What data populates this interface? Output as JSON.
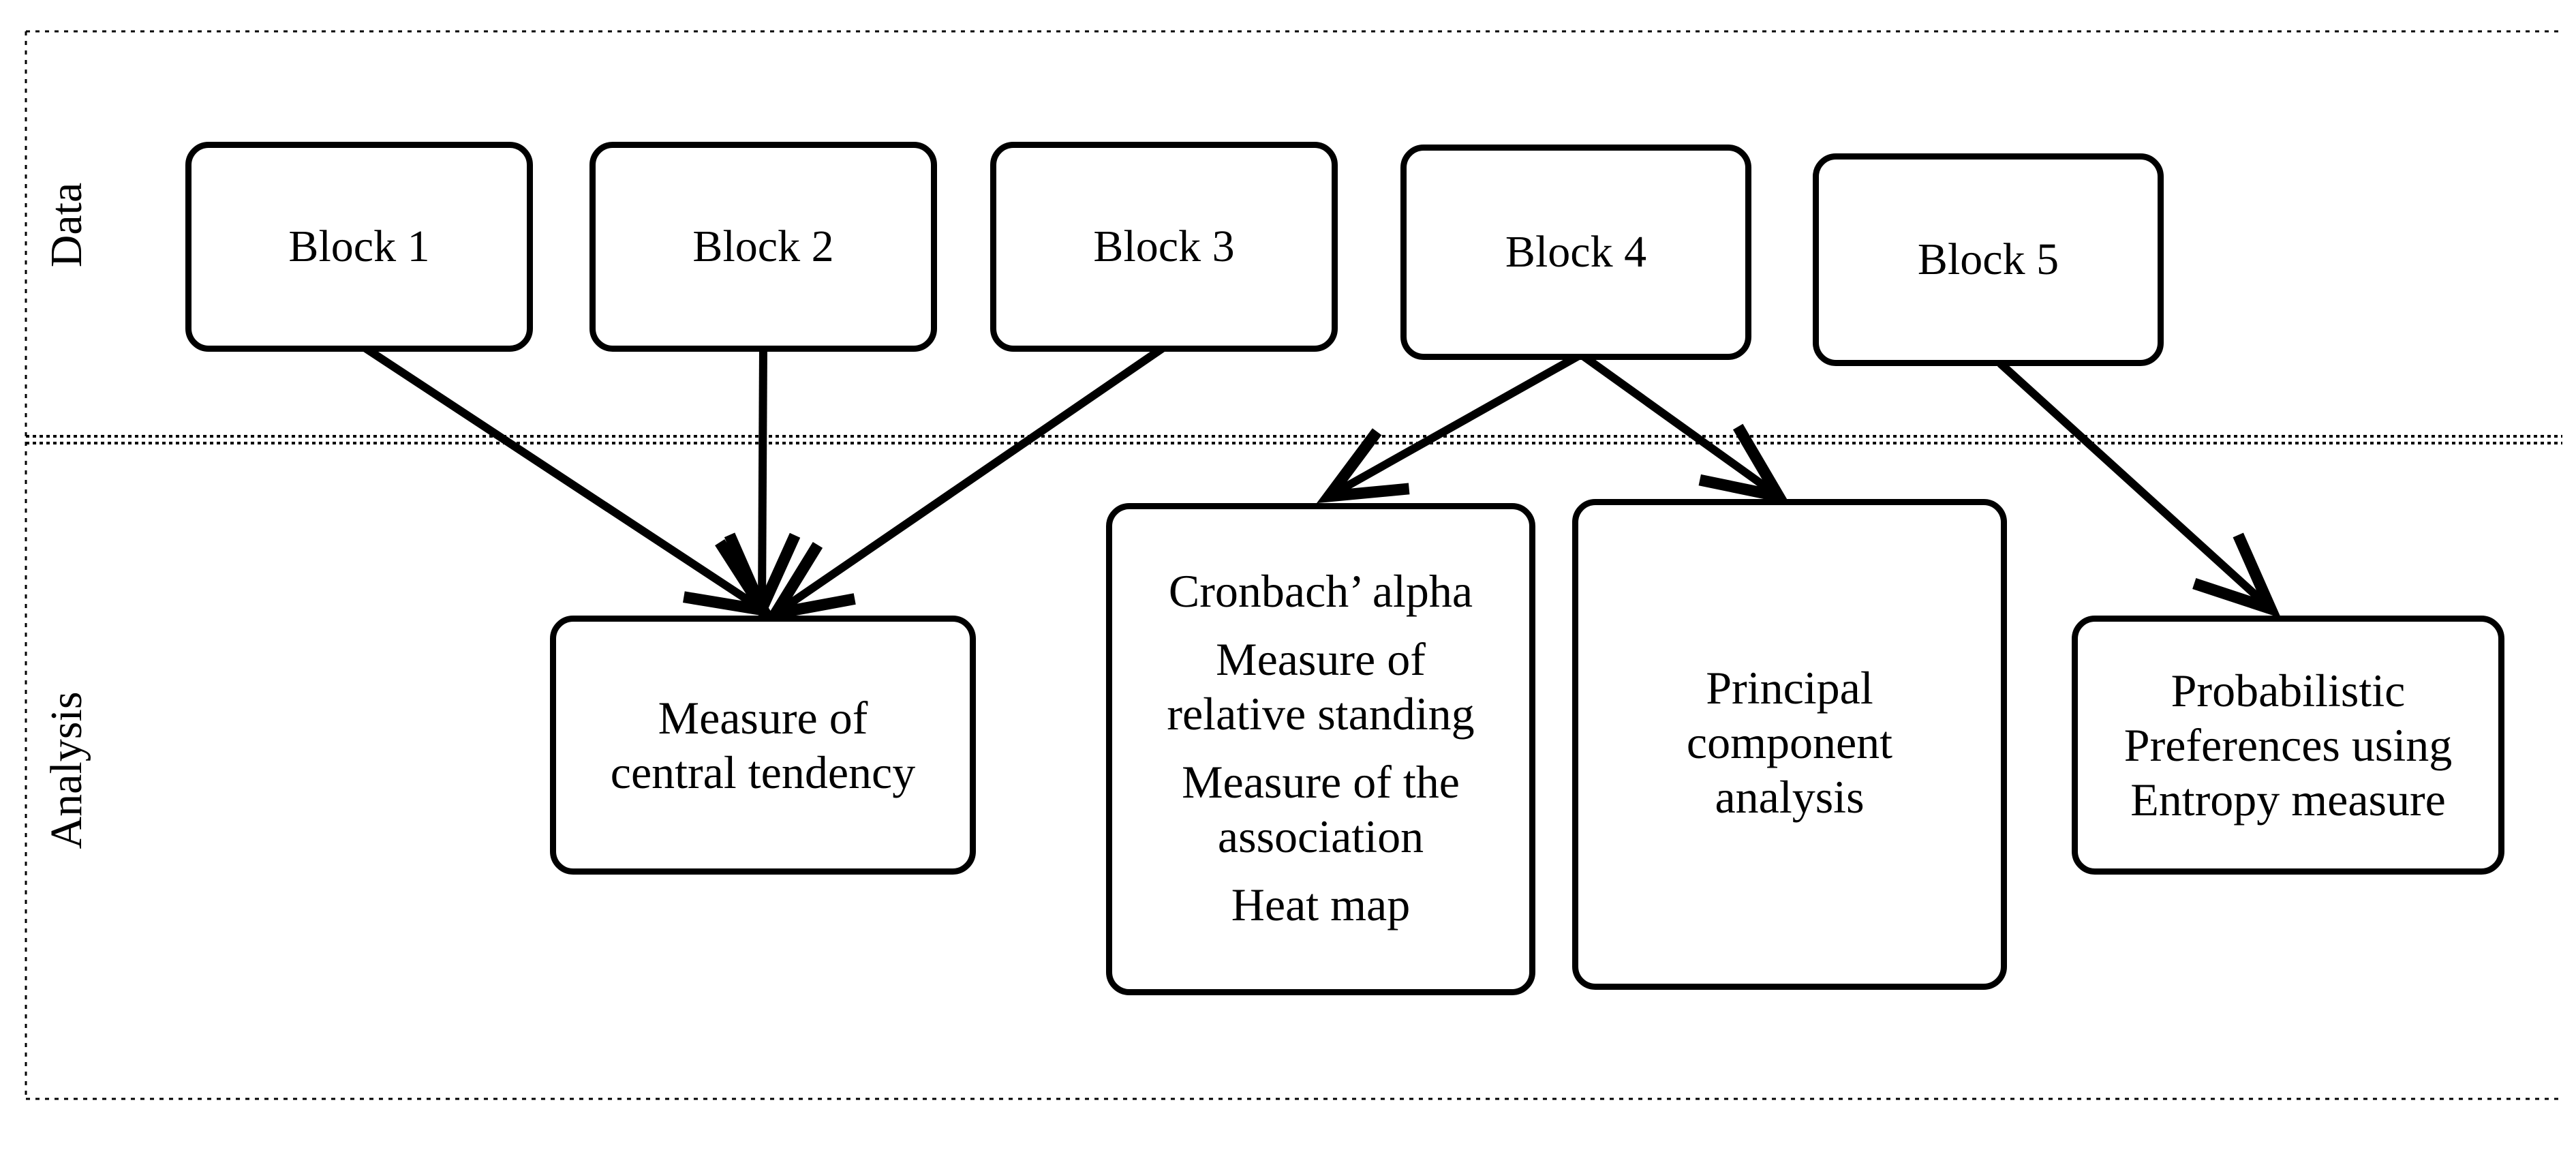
{
  "lanes": {
    "data_label": "Data",
    "analysis_label": "Analysis"
  },
  "blocks": {
    "b1": "Block 1",
    "b2": "Block 2",
    "b3": "Block 3",
    "b4": "Block 4",
    "b5": "Block 5"
  },
  "analysis": {
    "central_tendency": [
      "Measure of",
      "central tendency"
    ],
    "block4_methods": [
      "Cronbach’ alpha",
      "Measure of",
      "relative standing",
      "Measure of the",
      "association",
      "Heat map"
    ],
    "pca": [
      "Principal",
      "component",
      "analysis"
    ],
    "entropy": [
      "Probabilistic",
      "Preferences using",
      "Entropy measure"
    ]
  }
}
